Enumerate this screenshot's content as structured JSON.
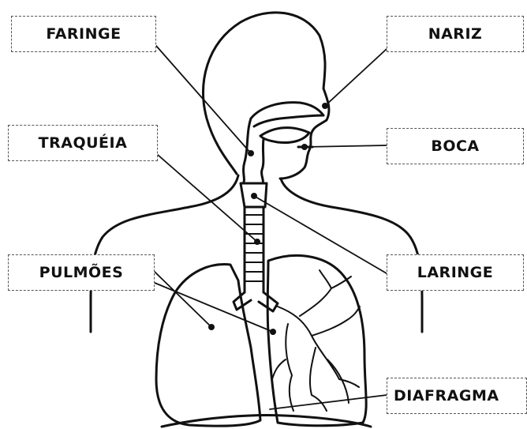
{
  "labels": {
    "faringe": "FARINGE",
    "nariz": "NARIZ",
    "traqueia": "TRAQUÉIA",
    "boca": "BOCA",
    "pulmoes": "PULMÕES",
    "laringe": "LARINGE",
    "diafragma": "DIAFRAGMA"
  },
  "colors": {
    "line": "#111111",
    "label_border": "#555555",
    "background": "#ffffff"
  }
}
